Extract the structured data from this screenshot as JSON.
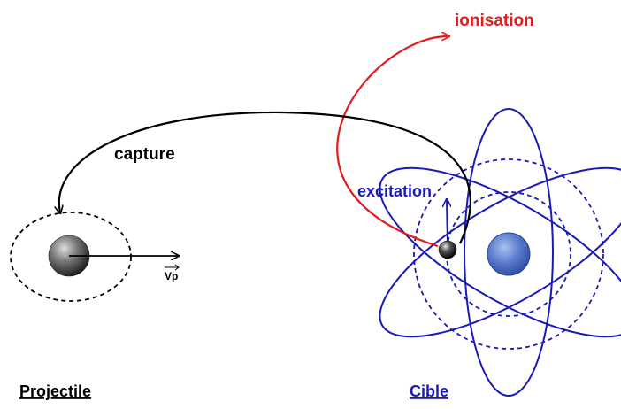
{
  "labels": {
    "capture": "capture",
    "ionisation": "ionisation",
    "excitation": "excitation",
    "velocity": "Vp",
    "projectile": "Projectile",
    "target": "Cible"
  },
  "colors": {
    "capture": "#000000",
    "ionisation": "#e31b1b",
    "excitation": "#1a1ab8",
    "orbit": "#1a1ab8",
    "nucleus": "#5577cc",
    "projectile_label": "#000000",
    "target_label": "#1a1ab8"
  }
}
